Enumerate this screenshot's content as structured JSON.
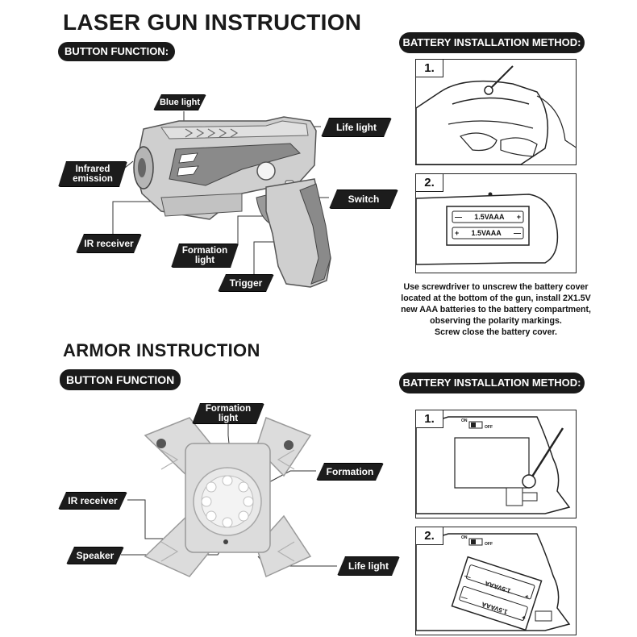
{
  "gun": {
    "title": "LASER GUN INSTRUCTION",
    "button_function": "BUTTON FUNCTION:",
    "labels": {
      "blue_light": "Blue light",
      "life_light": "Life light",
      "infrared_emission_1": "Infrared",
      "infrared_emission_2": "emission",
      "switch": "Switch",
      "ir_receiver": "IR receiver",
      "formation_light_1": "Formation",
      "formation_light_2": "light",
      "trigger": "Trigger"
    },
    "battery": {
      "heading": "BATTERY INSTALLATION METHOD:",
      "step1": "1.",
      "step2": "2.",
      "cell_label": "1.5VAAA",
      "caption": [
        "Use screwdriver to unscrew the battery cover",
        "located at  the bottom of the gun, install 2X1.5V",
        "new AAA batteries to the battery compartment,",
        "observing the polarity markings.",
        "Screw close the battery cover."
      ]
    }
  },
  "armor": {
    "title": "ARMOR INSTRUCTION",
    "button_function": "BUTTON FUNCTION",
    "labels": {
      "formation_light_1": "Formation",
      "formation_light_2": "light",
      "formation": "Formation",
      "ir_receiver": "IR receiver",
      "speaker": "Speaker",
      "life_light": "Life light"
    },
    "battery": {
      "heading": "BATTERY INSTALLATION METHOD:",
      "step1": "1.",
      "step2": "2.",
      "cell_label": "1.5VAAA",
      "switch_on": "ON",
      "switch_off": "OFF"
    }
  },
  "colors": {
    "label_bg": "#1c1c1c",
    "label_text": "#ffffff",
    "gun_body": "#c8c8c8",
    "gun_dark": "#7a7a7a",
    "armor_body": "#d9d9d9"
  }
}
